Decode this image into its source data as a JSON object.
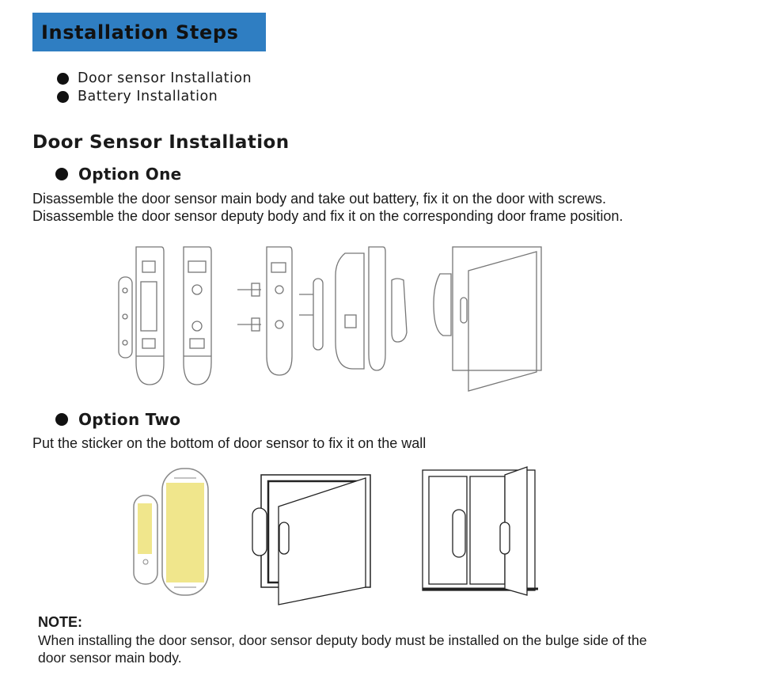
{
  "header": {
    "title": "Installation Steps",
    "accent": "#2f7ec2"
  },
  "contents": [
    {
      "label": "Door sensor Installation"
    },
    {
      "label": "Battery Installation"
    }
  ],
  "door_sensor": {
    "heading": "Door Sensor Installation",
    "option_one": {
      "title": "Option One",
      "lines": [
        "Disassemble the door sensor main body and take out battery, fix it on the door with screws.",
        "Disassemble the door sensor deputy body and fix it on the corresponding door frame position."
      ]
    },
    "option_two": {
      "title": "Option Two",
      "line": "Put the sticker on the bottom of door sensor to fix it on the wall",
      "sticker_color": "#f0e68c"
    }
  },
  "note": {
    "title": "NOTE:",
    "lines": [
      "When installing the door sensor, door sensor deputy body must be installed on the bulge side of the",
      "door sensor main body."
    ]
  }
}
